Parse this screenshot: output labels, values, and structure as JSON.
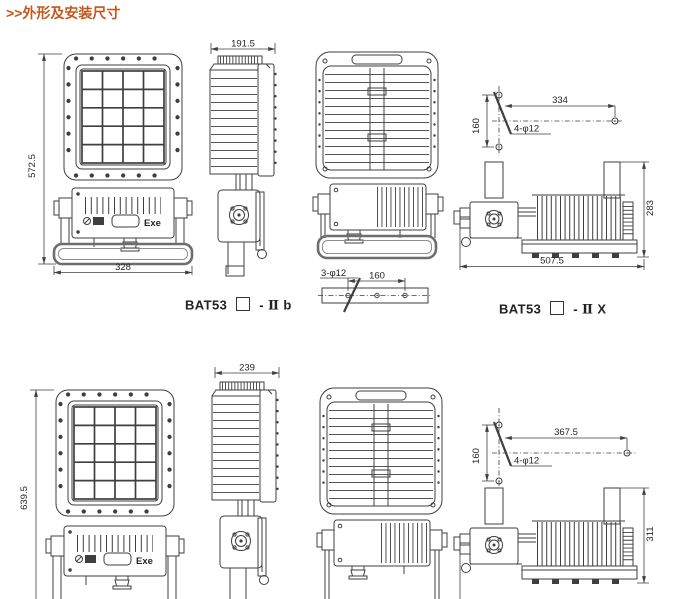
{
  "page": {
    "title": ">>外形及安装尺寸"
  },
  "product": {
    "housing_label": "Exe"
  },
  "models": {
    "left": {
      "name": "BAT53",
      "dash": "-",
      "series": "Ⅱ",
      "variant": "b"
    },
    "right": {
      "name": "BAT53",
      "dash": "-",
      "series": "Ⅱ",
      "variant": "X"
    }
  },
  "dims": {
    "top": {
      "front_height": "572.5",
      "front_width": "328",
      "side_depth": "191.5",
      "hole_span": "334",
      "hole_pitch": "160",
      "hole_callout": "4-φ12",
      "profile_height": "283",
      "profile_length": "507.5"
    },
    "bar": {
      "hole_callout": "3-φ12",
      "hole_pitch": "160"
    },
    "bottom": {
      "front_height": "639.5",
      "side_depth": "239",
      "hole_span": "367.5",
      "hole_pitch": "160",
      "hole_callout": "4-φ12",
      "profile_height": "311"
    }
  }
}
